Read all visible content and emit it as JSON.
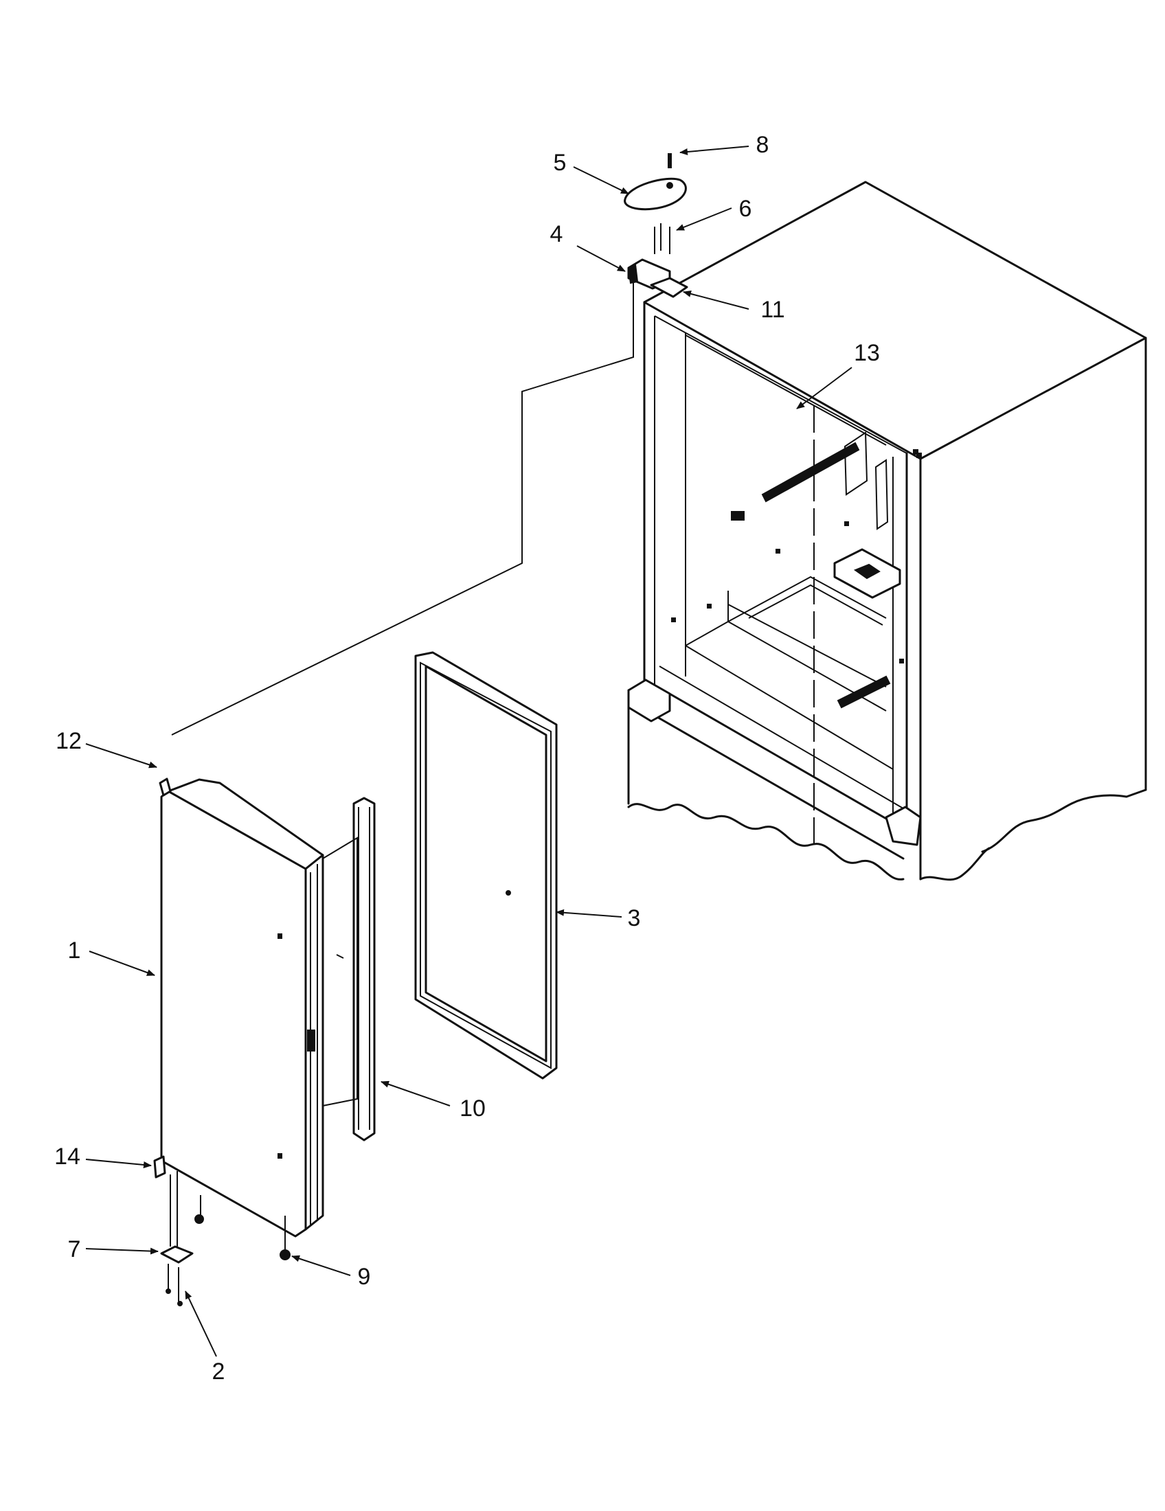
{
  "callouts": [
    {
      "id": "1",
      "label": "1"
    },
    {
      "id": "2",
      "label": "2"
    },
    {
      "id": "3",
      "label": "3"
    },
    {
      "id": "4",
      "label": "4"
    },
    {
      "id": "5",
      "label": "5"
    },
    {
      "id": "6",
      "label": "6"
    },
    {
      "id": "7",
      "label": "7"
    },
    {
      "id": "8",
      "label": "8"
    },
    {
      "id": "9",
      "label": "9"
    },
    {
      "id": "10",
      "label": "10"
    },
    {
      "id": "11",
      "label": "11"
    },
    {
      "id": "12",
      "label": "12"
    },
    {
      "id": "13",
      "label": "13"
    },
    {
      "id": "14",
      "label": "14"
    }
  ],
  "colors": {
    "ink": "#111111",
    "paper": "#ffffff"
  }
}
